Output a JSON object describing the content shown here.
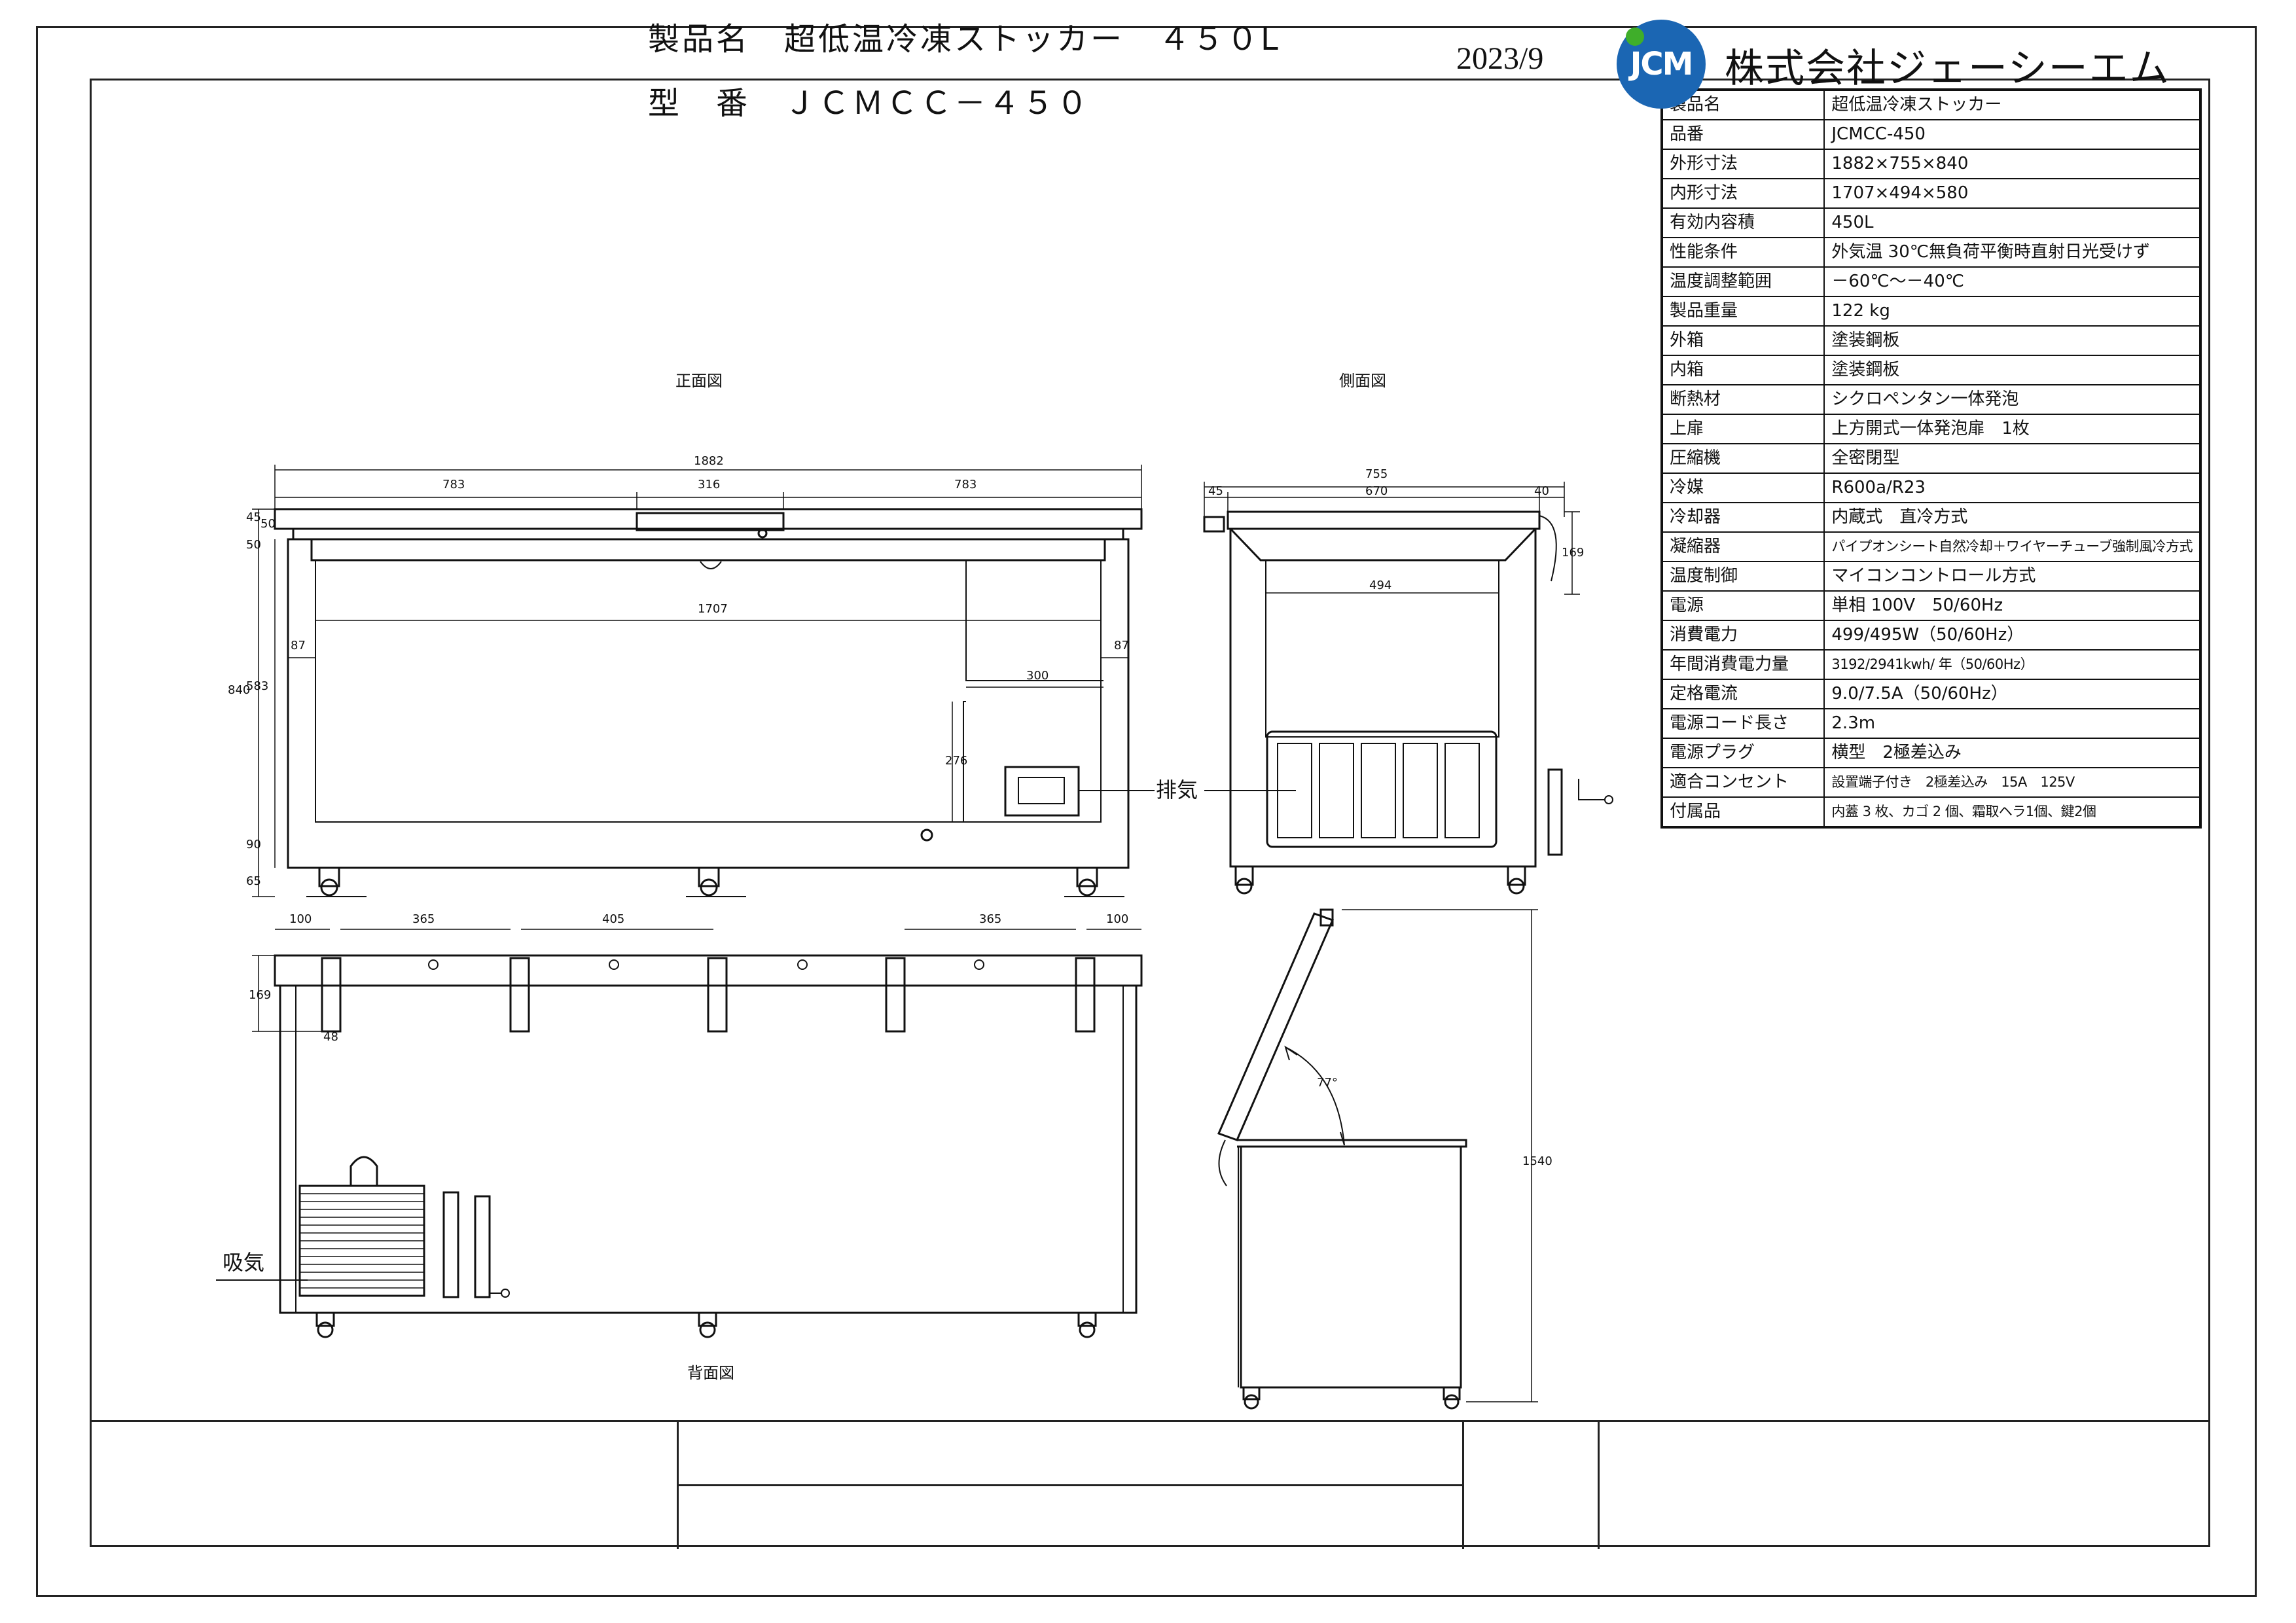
{
  "views": {
    "front": "正面図",
    "side": "側面図",
    "back": "背面図",
    "exhaust": "排気",
    "intake": "吸気"
  },
  "dimensions": {
    "front_total": "1882",
    "front_left": "783",
    "front_mid": "316",
    "front_right": "783",
    "front_height": "840",
    "front_inner_height": "583",
    "front_top_a": "45",
    "front_top_b": "50",
    "front_top_c": "50",
    "front_bottom_a": "90",
    "front_bottom_b": "65",
    "inner_width": "1707",
    "inner_side_left": "87",
    "inner_side_right": "87",
    "step_width": "300",
    "step_height": "276",
    "side_total": "755",
    "side_left": "45",
    "side_mid": "670",
    "side_right": "40",
    "side_inner": "494",
    "side_hinge": "169",
    "back_a": "100",
    "back_b": "365",
    "back_c": "405",
    "back_d": "365",
    "back_e": "100",
    "back_hinge": "169",
    "back_small": "48",
    "open_height": "1540",
    "open_angle": "77°"
  },
  "spec": [
    {
      "key": "製品名",
      "value": "超低温冷凍ストッカー"
    },
    {
      "key": "品番",
      "value": "JCMCC-450"
    },
    {
      "key": "外形寸法",
      "value": "1882×755×840"
    },
    {
      "key": "内形寸法",
      "value": "1707×494×580"
    },
    {
      "key": "有効内容積",
      "value": "450L"
    },
    {
      "key": "性能条件",
      "value": "外気温 30℃無負荷平衡時直射日光受けず"
    },
    {
      "key": "温度調整範囲",
      "value": "－60℃～－40℃"
    },
    {
      "key": "製品重量",
      "value": "122 kg"
    },
    {
      "key": "外箱",
      "value": "塗装鋼板"
    },
    {
      "key": "内箱",
      "value": "塗装鋼板"
    },
    {
      "key": "断熱材",
      "value": "シクロペンタン一体発泡"
    },
    {
      "key": "上扉",
      "value": "上方開式一体発泡扉　1枚"
    },
    {
      "key": "圧縮機",
      "value": "全密閉型"
    },
    {
      "key": "冷媒",
      "value": "R600a/R23"
    },
    {
      "key": "冷却器",
      "value": "内蔵式　直冷方式"
    },
    {
      "key": "凝縮器",
      "value": "パイプオンシート自然冷却＋ワイヤーチューブ強制風冷方式"
    },
    {
      "key": "温度制御",
      "value": "マイコンコントロール方式"
    },
    {
      "key": "電源",
      "value": "単相 100V　50/60Hz"
    },
    {
      "key": "消費電力",
      "value": "499/495W（50/60Hz）"
    },
    {
      "key": "年間消費電力量",
      "value": "3192/2941kwh/ 年（50/60Hz）"
    },
    {
      "key": "定格電流",
      "value": "9.0/7.5A（50/60Hz）"
    },
    {
      "key": "電源コード長さ",
      "value": "2.3m"
    },
    {
      "key": "電源プラグ",
      "value": "横型　2極差込み"
    },
    {
      "key": "適合コンセント",
      "value": "設置端子付き　2極差込み　15A　125V"
    },
    {
      "key": "付属品",
      "value": "内蓋 3 枚、カゴ 2 個、霜取ヘラ1個、鍵2個"
    }
  ],
  "titleblock": {
    "product_name": "製品名　超低温冷凍ストッカー　４５０L",
    "model": "型　番　ＪＣＭＣＣ－４５０",
    "date": "2023/9",
    "logo": "JCM",
    "company": "株式会社ジェーシーエム"
  },
  "colors": {
    "line": "#111111",
    "logo_blue": "#1b66b3",
    "logo_green": "#3fae2a"
  }
}
